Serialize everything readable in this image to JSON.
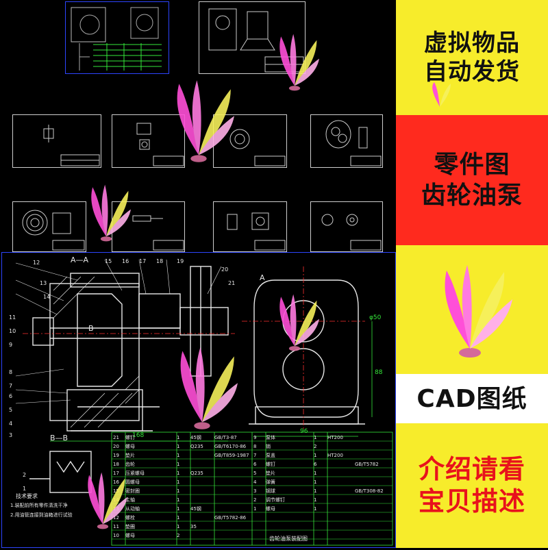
{
  "side_panel": {
    "block1_line1": "虚拟物品",
    "block1_line2": "自动发货",
    "block2_line1": "零件图",
    "block2_line2": "齿轮油泵",
    "block4_text": "CAD图纸",
    "block5_line1": "介绍请看",
    "block5_line2": "宝贝描述"
  },
  "drawing": {
    "section_aa": "A—A",
    "section_bb": "B—B",
    "label_a": "A",
    "label_b": "B",
    "dim_168": "168",
    "dim_96": "96",
    "dim_88": "88",
    "dim_phi": "φ50",
    "part_numbers": [
      "12",
      "13",
      "14",
      "15",
      "16",
      "17",
      "18",
      "19",
      "20",
      "21",
      "11",
      "10",
      "9",
      "8",
      "7",
      "6",
      "5",
      "4",
      "3",
      "2",
      "1"
    ],
    "bom_rows": [
      [
        "21",
        "螺钉",
        "1",
        "45钢",
        "GB/T3-87"
      ],
      [
        "20",
        "螺母",
        "1",
        "Q235",
        "GB/T6170-86"
      ],
      [
        "19",
        "垫片",
        "1",
        "",
        "GB/T859-1987"
      ],
      [
        "18",
        "齿轮",
        "1",
        "",
        ""
      ],
      [
        "17",
        "压紧螺母",
        "1",
        "Q235",
        ""
      ],
      [
        "16",
        "圆螺母",
        "1",
        "",
        ""
      ],
      [
        "15",
        "密封圈",
        "1",
        "",
        ""
      ],
      [
        "14",
        "主轴",
        "1",
        "",
        ""
      ],
      [
        "13",
        "从动轴",
        "1",
        "45钢",
        ""
      ],
      [
        "12",
        "螺栓",
        "1",
        "",
        "GB/T5782-86"
      ],
      [
        "11",
        "垫圈",
        "1",
        "35",
        ""
      ],
      [
        "10",
        "螺母",
        "2",
        "",
        ""
      ]
    ],
    "bom_right_rows": [
      [
        "9",
        "泵体",
        "1",
        "HT200",
        ""
      ],
      [
        "8",
        "销",
        "2",
        "",
        ""
      ],
      [
        "7",
        "泵盖",
        "1",
        "HT200",
        ""
      ],
      [
        "6",
        "螺钉",
        "6",
        "",
        "GB/T5782"
      ],
      [
        "5",
        "垫片",
        "1",
        "",
        ""
      ],
      [
        "4",
        "弹簧",
        "1",
        "",
        ""
      ],
      [
        "3",
        "钢球",
        "1",
        "",
        "GB/T308-82"
      ],
      [
        "2",
        "调节螺钉",
        "1",
        "",
        ""
      ],
      [
        "1",
        "螺母",
        "1",
        "",
        ""
      ]
    ],
    "title_block": "齿轮油泵装配图",
    "tech_req_title": "技术要求",
    "tech_req_1": "1.装配前所有零件清洗干净",
    "tech_req_2": "2.用油管连接到油箱进行试验"
  },
  "colors": {
    "yellow": "#f7ec2b",
    "red": "#ff2a1e",
    "cad_green": "#35e83a",
    "cad_white": "#e8e8e8",
    "cad_blue": "#3050ff",
    "watermark_pink": "#ff4fd8",
    "watermark_yellow": "#f6f05a"
  }
}
